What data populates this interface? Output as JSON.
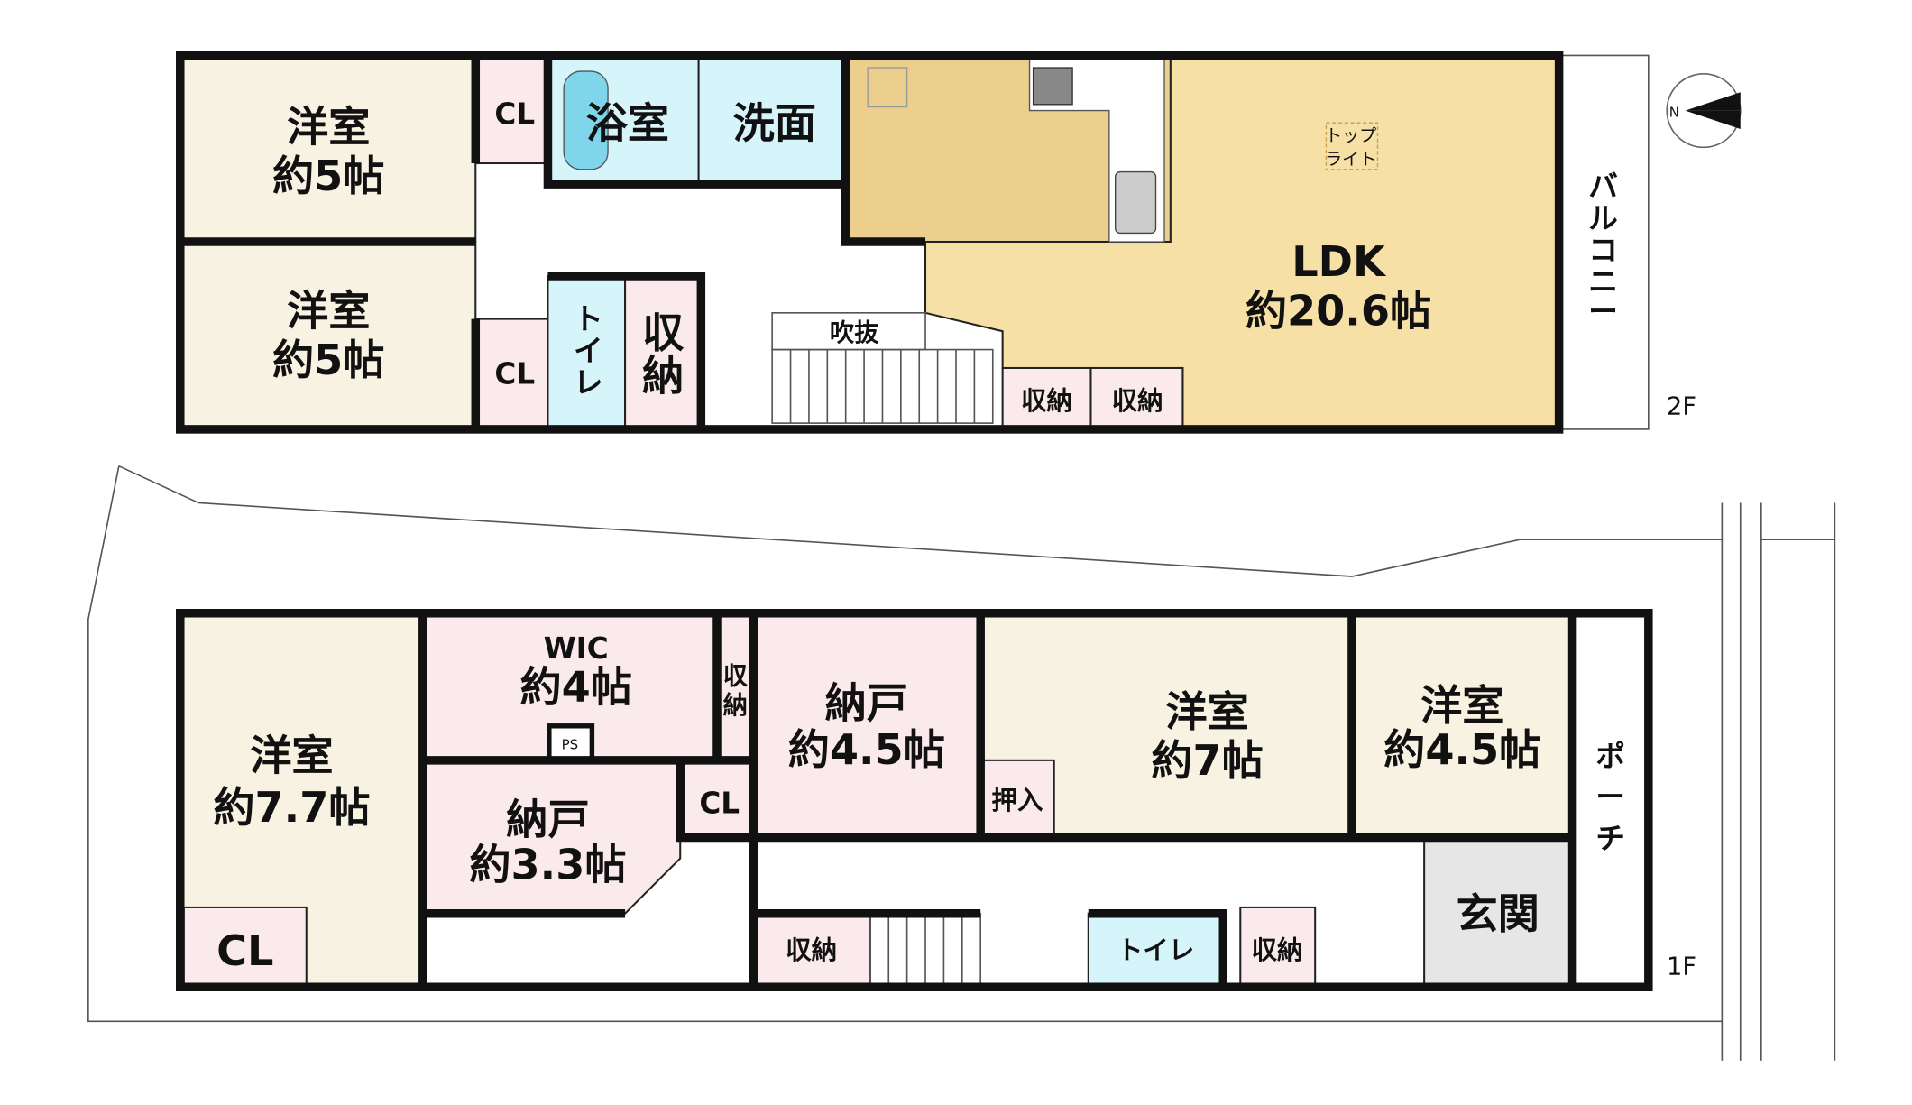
{
  "colors": {
    "cream": "#f7f2e2",
    "pink": "#fbeaec",
    "cyan": "#d6f5fb",
    "ldk": "#f6e0a6",
    "kitchen": "#eccf8c",
    "gray": "#e6e6e6"
  },
  "floor2": {
    "level": "2F",
    "rooms": {
      "western_top": {
        "name": "洋室",
        "size": "約5帖"
      },
      "western_bottom": {
        "name": "洋室",
        "size": "約5帖"
      },
      "cl_top": "CL",
      "cl_bottom": "CL",
      "bath": "浴室",
      "washroom": "洗面",
      "toilet": [
        "ト",
        "イ",
        "レ"
      ],
      "storage": [
        "収",
        "納"
      ],
      "void": "吹抜",
      "ldk": {
        "name": "LDK",
        "size": "約20.6帖"
      },
      "skylight": [
        "トップ",
        "ライト"
      ],
      "storage_a": "収納",
      "storage_b": "収納",
      "balcony": [
        "バ",
        "ル",
        "コ",
        "ニ",
        "ー"
      ]
    }
  },
  "floor1": {
    "level": "1F",
    "rooms": {
      "western_77": {
        "name": "洋室",
        "size": "約7.7帖"
      },
      "cl_left": "CL",
      "wic": {
        "name": "WIC",
        "size": "約4帖"
      },
      "ps": "PS",
      "storage_narrow": [
        "収",
        "納"
      ],
      "nando_33": {
        "name": "納戸",
        "size": "約3.3帖"
      },
      "cl_mid": "CL",
      "nando_45": {
        "name": "納戸",
        "size": "約4.5帖"
      },
      "oshiire": "押入",
      "western_7": {
        "name": "洋室",
        "size": "約7帖"
      },
      "western_45": {
        "name": "洋室",
        "size": "約4.5帖"
      },
      "porch": [
        "ポ",
        "ー",
        "チ"
      ],
      "entrance": "玄関",
      "storage_stairs": "収納",
      "toilet": "トイレ",
      "storage_right": "収納"
    }
  },
  "compass": "N"
}
